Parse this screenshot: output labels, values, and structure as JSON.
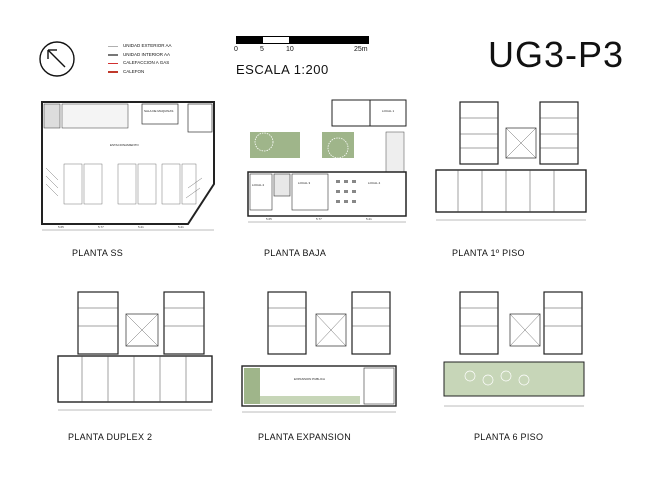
{
  "title": "UG3-P3",
  "scale": {
    "label": "ESCALA 1:200",
    "ticks": [
      "0",
      "5",
      "10",
      "25m"
    ]
  },
  "legend": [
    {
      "label": "UNIDAD EXTERIOR AA",
      "color": "#b0b0b0"
    },
    {
      "label": "UNIDAD INTERIOR AA",
      "color": "#777777"
    },
    {
      "label": "CALEFACCION A GAS",
      "color": "#d13030"
    },
    {
      "label": "CALEFON",
      "color": "#c0392b"
    }
  ],
  "plans": [
    {
      "caption": "PLANTA SS",
      "labels": [
        "ESTACIONAMIENTO",
        "SALA DE MAQUINAS"
      ]
    },
    {
      "caption": "PLANTA BAJA",
      "labels": [
        "LOCAL 1",
        "LOCAL 2",
        "LOCAL 3",
        "LOCAL 4"
      ]
    },
    {
      "caption": "PLANTA 1º PISO",
      "labels": []
    },
    {
      "caption": "PLANTA DUPLEX 2",
      "labels": []
    },
    {
      "caption": "PLANTA EXPANSION",
      "labels": [
        "EXPANSION PUBLICA"
      ]
    },
    {
      "caption": "PLANTA 6 PISO",
      "labels": []
    }
  ],
  "colors": {
    "wall": "#222222",
    "green": "#9fb58a",
    "greenLight": "#c7d6b8",
    "hatch": "#999999"
  }
}
